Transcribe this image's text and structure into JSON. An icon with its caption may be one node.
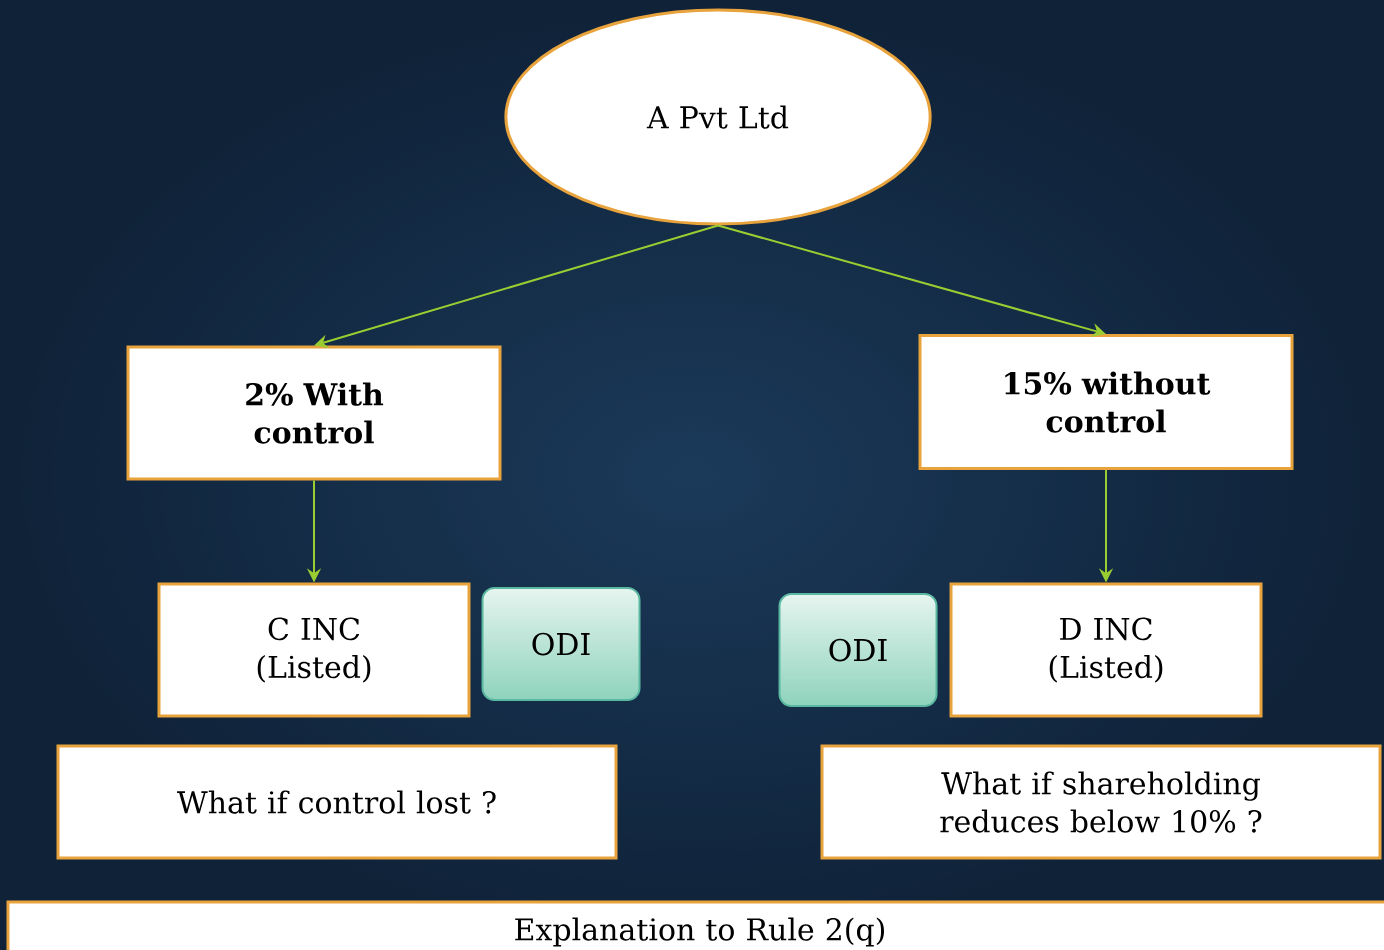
{
  "diagram": {
    "nodes": [
      {
        "text": [
          "A Pvt Ltd"
        ]
      },
      {
        "text": [
          "2% With control"
        ]
      },
      {
        "text": [
          "15% without control"
        ]
      },
      {
        "text": [
          "C INC (Listed)"
        ]
      },
      {
        "text": [
          "ODI"
        ]
      },
      {
        "text": [
          "ODI"
        ]
      },
      {
        "text": [
          "D INC (Listed)"
        ]
      },
      {
        "text": [
          "What if control lost ?"
        ]
      },
      {
        "text": [
          "What if shareholding reduces below 10% ?"
        ]
      },
      {
        "text": [
          "Explanation to Rule 2(q)"
        ]
      }
    ],
    "edges": [
      {
        "from": 0,
        "to": 1,
        "arrow": "to"
      },
      {
        "from": 0,
        "to": 2,
        "arrow": "to"
      },
      {
        "from": 1,
        "to": 3,
        "arrow": "to"
      },
      {
        "from": 2,
        "to": 6,
        "arrow": "to"
      }
    ]
  }
}
